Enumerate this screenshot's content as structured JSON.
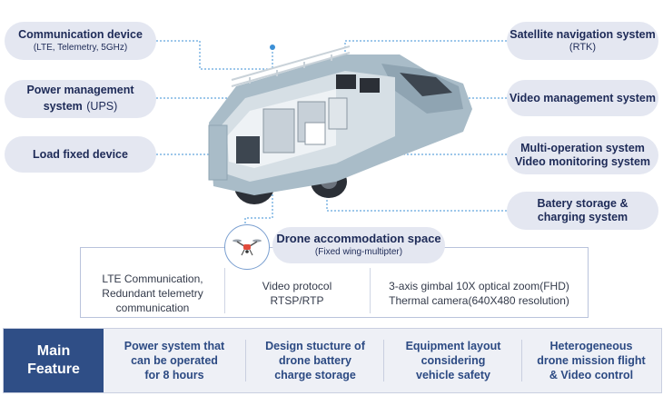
{
  "left_labels": [
    {
      "title": "Communication device",
      "sub": "(LTE, Telemetry, 5GHz)"
    },
    {
      "title": "Power management",
      "title2": "system",
      "sub": "(UPS)"
    },
    {
      "title": "Load fixed device"
    }
  ],
  "right_labels": [
    {
      "title": "Satellite navigation system",
      "sub": "(RTK)"
    },
    {
      "title": "Video management system"
    },
    {
      "title": "Multi-operation system",
      "title2": "Video monitoring system"
    },
    {
      "title": "Batery storage &",
      "title2": "charging system"
    }
  ],
  "accommodation": {
    "title": "Drone accommodation space",
    "sub": "(Fixed wing-multipter)"
  },
  "specs": [
    {
      "line1": "LTE Communication,",
      "line2": "Redundant telemetry",
      "line3": "communication"
    },
    {
      "line1": "Video protocol",
      "line2": "RTSP/RTP"
    },
    {
      "line1": "3-axis gimbal 10X optical zoom(FHD)",
      "line2": "Thermal camera(640X480 resolution)"
    }
  ],
  "main_feature": {
    "label_line1": "Main",
    "label_line2": "Feature",
    "items": [
      {
        "line1": "Power system that",
        "line2": "can be operated",
        "line3": "for 8 hours"
      },
      {
        "line1": "Design stucture of",
        "line2": "drone battery",
        "line3": "charge storage"
      },
      {
        "line1": "Equipment layout",
        "line2": "considering",
        "line3": "vehicle safety"
      },
      {
        "line1": "Heterogeneous",
        "line2": "drone mission flight",
        "line3": "& Video control"
      }
    ]
  },
  "colors": {
    "pill_bg": "#e4e7f1",
    "navy_text": "#1d2a57",
    "main_feature_bg": "#2f4e86",
    "feature_text": "#2c4a83",
    "leader_line": "#3b8fd6"
  }
}
